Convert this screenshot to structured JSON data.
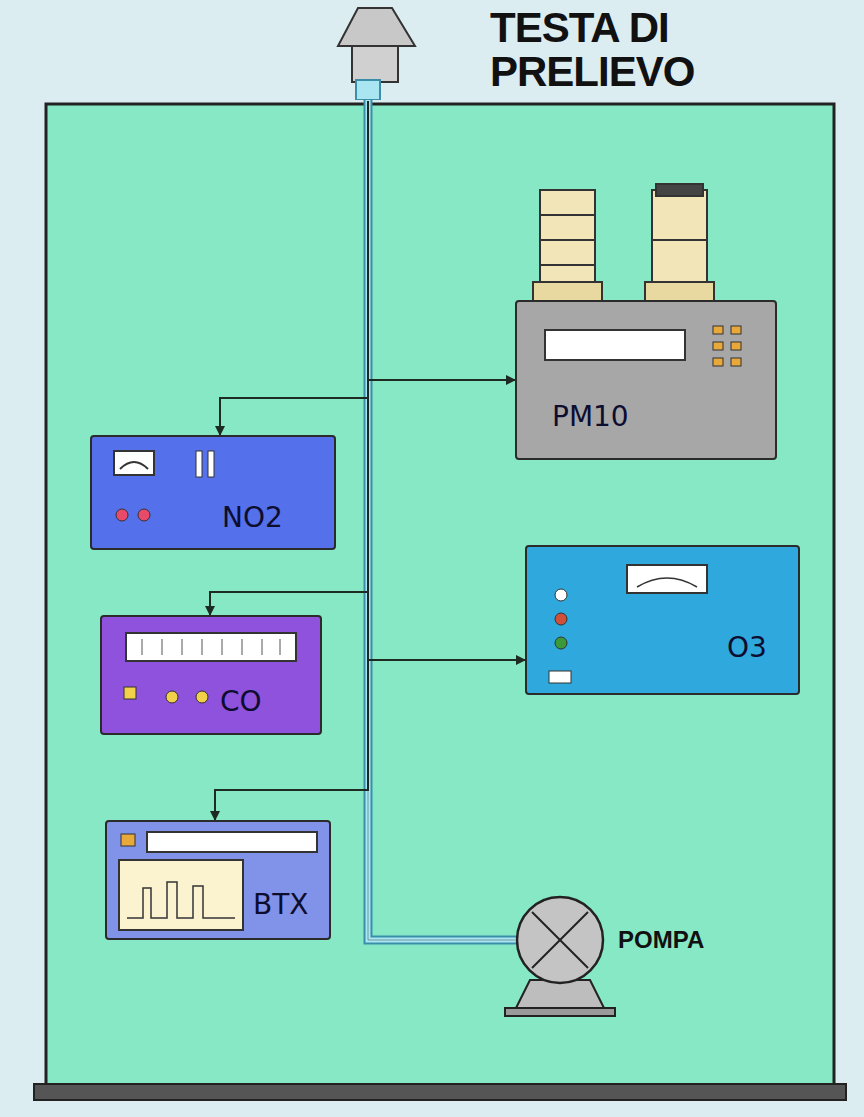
{
  "diagram": {
    "nodes": [
      {
        "text": [
          "TESTA DI PRELIEVO"
        ]
      },
      {
        "text": [
          "PM10"
        ]
      },
      {
        "text": [
          "NO2"
        ]
      },
      {
        "text": [
          "CO"
        ]
      },
      {
        "text": [
          "O3"
        ]
      },
      {
        "text": [
          "BTX"
        ]
      },
      {
        "text": [
          "POMPA"
        ]
      }
    ],
    "edges": [
      {
        "from": 0,
        "to": 1,
        "arrow": "to"
      },
      {
        "from": 0,
        "to": 2,
        "arrow": "to"
      },
      {
        "from": 0,
        "to": 3,
        "arrow": "to"
      },
      {
        "from": 0,
        "to": 4,
        "arrow": "to"
      },
      {
        "from": 0,
        "to": 5,
        "arrow": "to"
      },
      {
        "from": 0,
        "to": 6,
        "arrow": "none"
      }
    ]
  }
}
